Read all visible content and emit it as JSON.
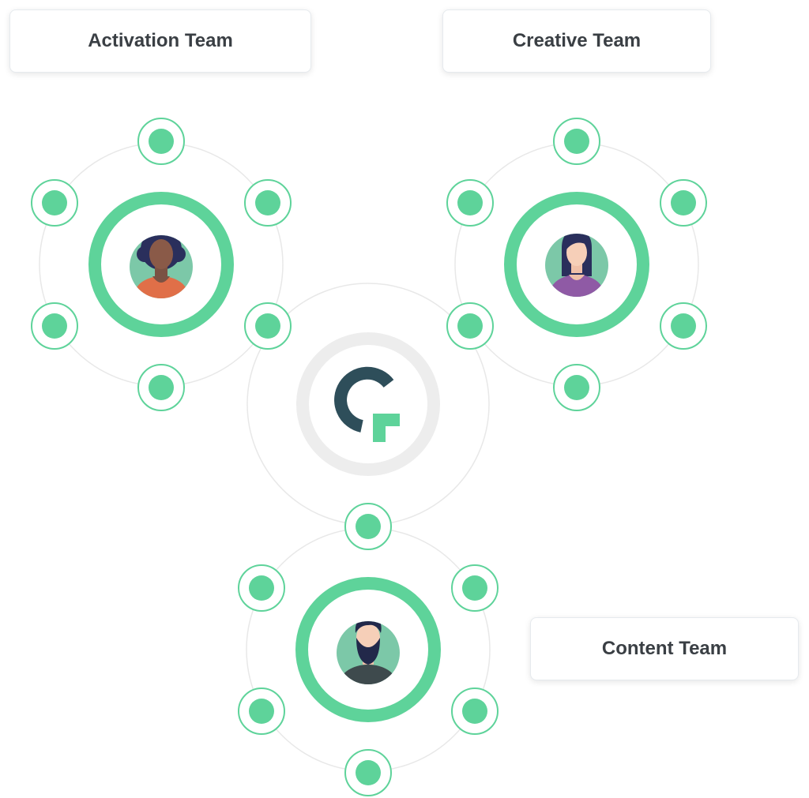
{
  "teams": {
    "activation": {
      "label": "Activation Team"
    },
    "creative": {
      "label": "Creative Team"
    },
    "content": {
      "label": "Content Team"
    }
  },
  "colors": {
    "accent_green": "#5ed39a",
    "orbit_gray": "#e8e8e8",
    "hub_ring_gray": "#ededed",
    "logo_dark": "#2e4e5a",
    "label_text": "#3a3f44",
    "avatar_bg": "#7cc8a8"
  },
  "hub": {
    "icon": "company-logo-icon"
  },
  "members": {
    "activation": {
      "icon": "woman-curly-hair-avatar-icon",
      "shirt": "#e06f48"
    },
    "creative": {
      "icon": "woman-long-hair-avatar-icon",
      "shirt": "#8f5aa5"
    },
    "content": {
      "icon": "man-beard-avatar-icon",
      "shirt": "#3e4a4d"
    }
  }
}
